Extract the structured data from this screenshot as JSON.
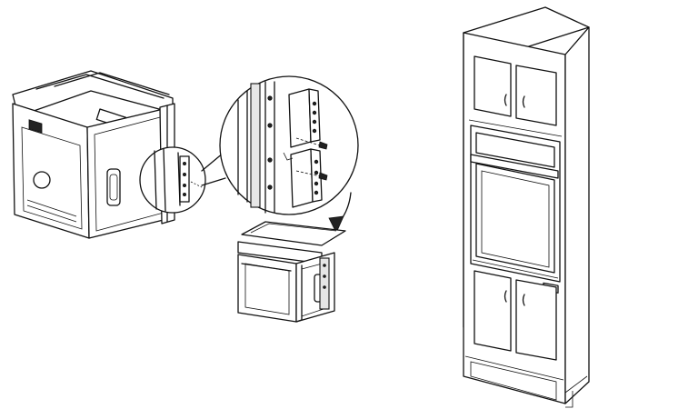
{
  "figure": {
    "panels": [
      "oven-rear-view-with-side-brackets",
      "bracket-detail-magnified",
      "oven-front-view-being-mounted",
      "cabinet-with-installed-wall-oven"
    ],
    "printed_text": []
  }
}
